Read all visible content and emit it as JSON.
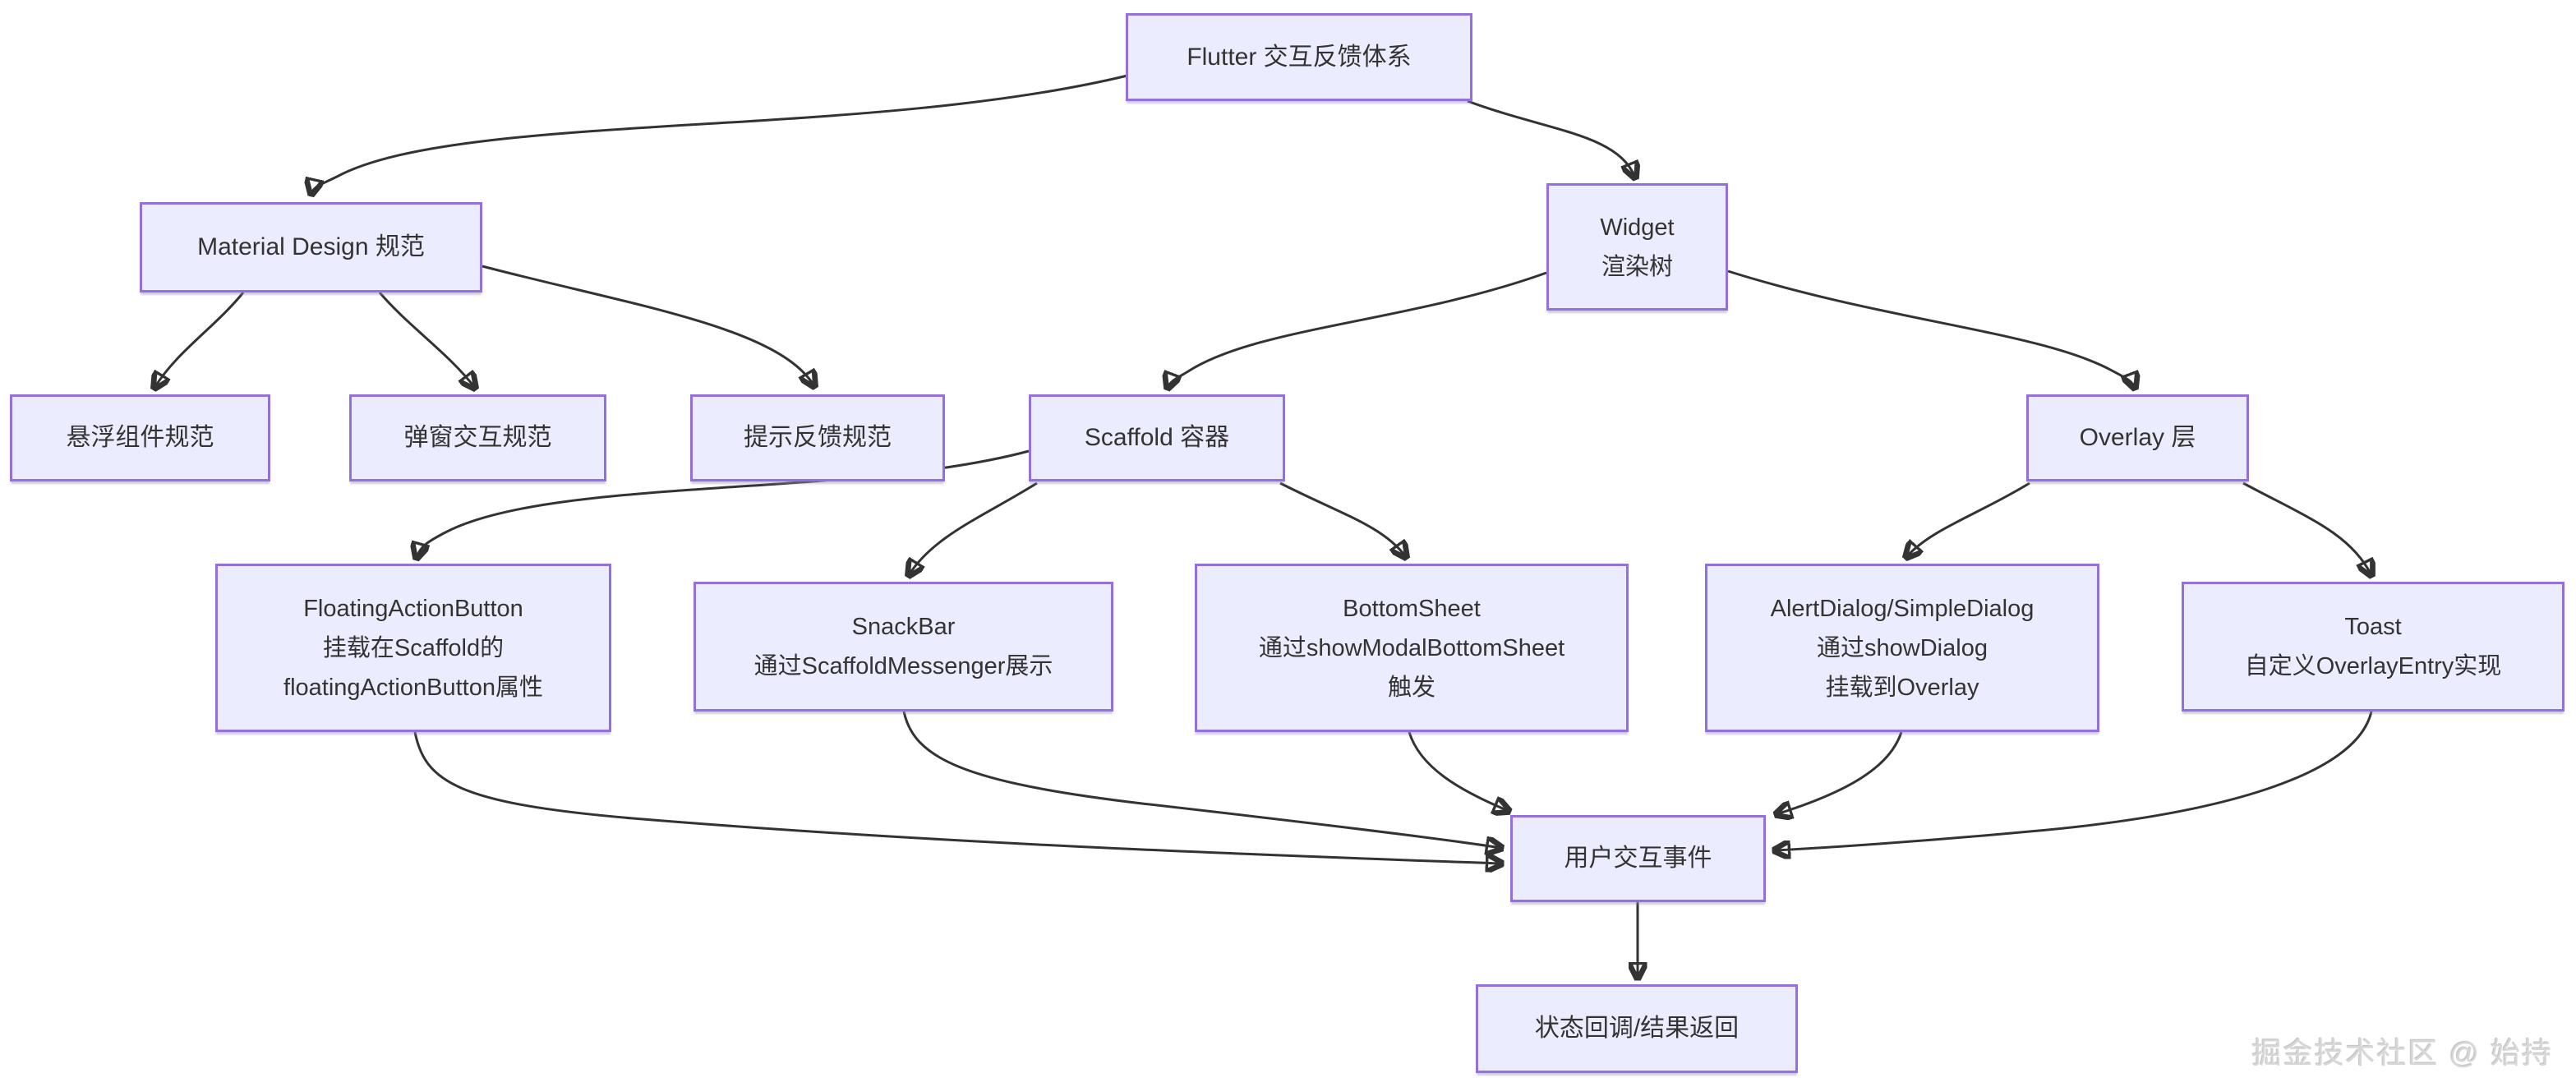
{
  "diagram": {
    "type": "flowchart",
    "nodes": {
      "root": {
        "lines": [
          "Flutter 交互反馈体系"
        ]
      },
      "material": {
        "lines": [
          "Material Design 规范"
        ]
      },
      "widget_tree": {
        "lines": [
          "Widget",
          "渲染树"
        ]
      },
      "float_spec": {
        "lines": [
          "悬浮组件规范"
        ]
      },
      "dialog_spec": {
        "lines": [
          "弹窗交互规范"
        ]
      },
      "tip_spec": {
        "lines": [
          "提示反馈规范"
        ]
      },
      "scaffold": {
        "lines": [
          "Scaffold 容器"
        ]
      },
      "overlay": {
        "lines": [
          "Overlay 层"
        ]
      },
      "fab": {
        "lines": [
          "FloatingActionButton",
          "挂载在Scaffold的",
          "floatingActionButton属性"
        ]
      },
      "snackbar": {
        "lines": [
          "SnackBar",
          "通过ScaffoldMessenger展示"
        ]
      },
      "bottomsheet": {
        "lines": [
          "BottomSheet",
          "通过showModalBottomSheet",
          "触发"
        ]
      },
      "alertdialog": {
        "lines": [
          "AlertDialog/SimpleDialog",
          "通过showDialog",
          "挂载到Overlay"
        ]
      },
      "toast": {
        "lines": [
          "Toast",
          "自定义OverlayEntry实现"
        ]
      },
      "user_event": {
        "lines": [
          "用户交互事件"
        ]
      },
      "callback": {
        "lines": [
          "状态回调/结果返回"
        ]
      }
    },
    "edges": [
      {
        "from": "root",
        "to": "material"
      },
      {
        "from": "root",
        "to": "widget_tree"
      },
      {
        "from": "material",
        "to": "float_spec"
      },
      {
        "from": "material",
        "to": "dialog_spec"
      },
      {
        "from": "material",
        "to": "tip_spec"
      },
      {
        "from": "widget_tree",
        "to": "scaffold"
      },
      {
        "from": "widget_tree",
        "to": "overlay"
      },
      {
        "from": "scaffold",
        "to": "fab"
      },
      {
        "from": "scaffold",
        "to": "snackbar"
      },
      {
        "from": "scaffold",
        "to": "bottomsheet"
      },
      {
        "from": "overlay",
        "to": "alertdialog"
      },
      {
        "from": "overlay",
        "to": "toast"
      },
      {
        "from": "fab",
        "to": "user_event"
      },
      {
        "from": "snackbar",
        "to": "user_event"
      },
      {
        "from": "bottomsheet",
        "to": "user_event"
      },
      {
        "from": "alertdialog",
        "to": "user_event"
      },
      {
        "from": "toast",
        "to": "user_event"
      },
      {
        "from": "user_event",
        "to": "callback"
      }
    ],
    "colors": {
      "node_fill": "#ECECFF",
      "node_border": "#9370DB",
      "edge": "#333333",
      "text": "#333333",
      "background": "#FFFFFF"
    }
  },
  "watermark": {
    "text": "掘金技术社区 @ 始持"
  }
}
